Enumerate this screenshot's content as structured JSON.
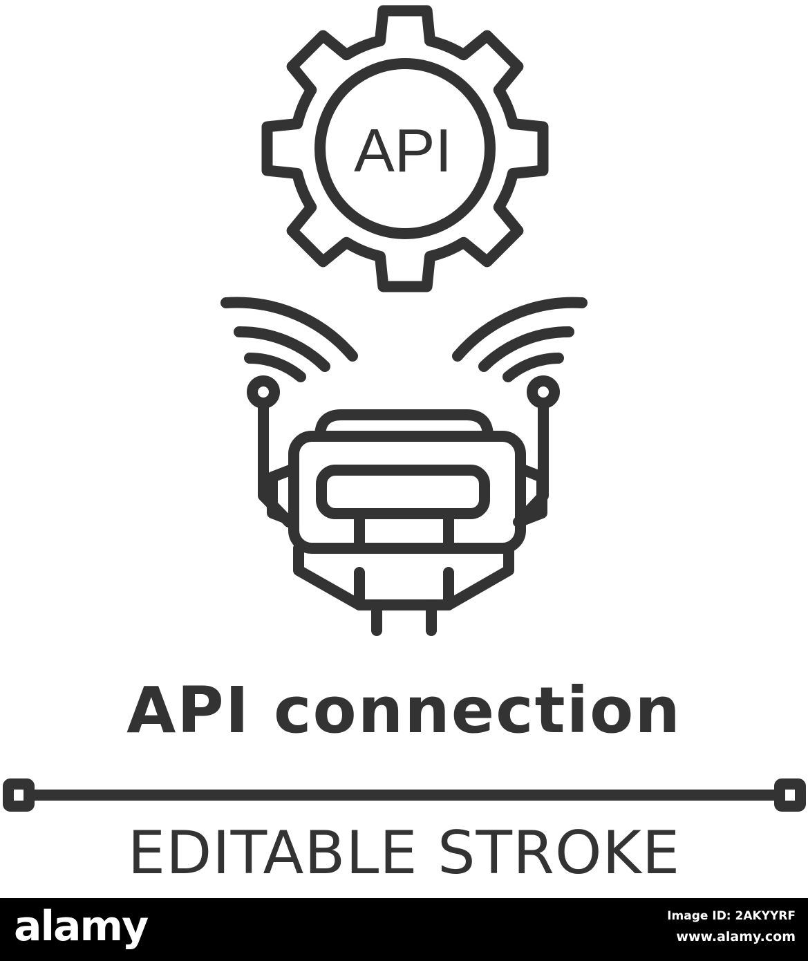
{
  "colors": {
    "stroke": "#333333",
    "background": "#ffffff",
    "footer": "#000000",
    "footer_text": "#ffffff"
  },
  "icon": {
    "gear_label": "API",
    "title": "API connection"
  },
  "caption": "EDITABLE STROKE",
  "footer": {
    "brand": "alamy",
    "image_id": "Image ID: 2AKYYRF",
    "url": "www.alamy.com"
  }
}
